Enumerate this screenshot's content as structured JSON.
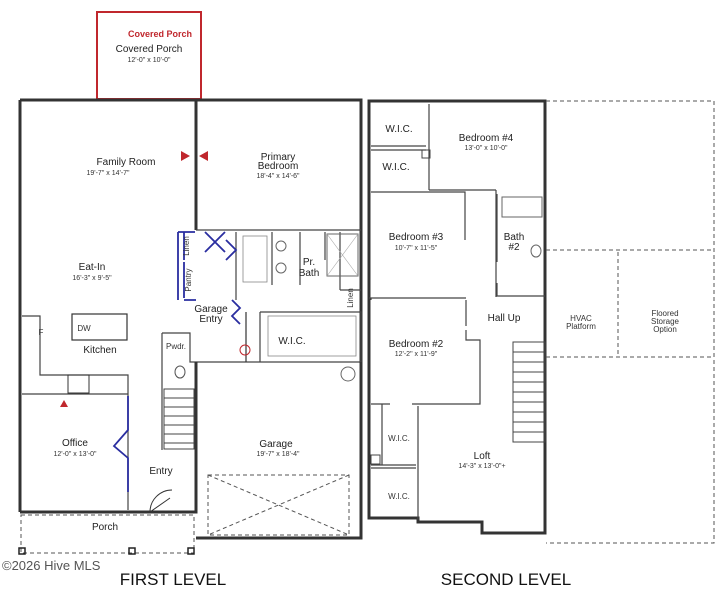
{
  "plan": {
    "accent_color": "#c0272d",
    "first_level": {
      "title": "FIRST LEVEL",
      "covered_porch_tag": "Covered Porch",
      "rooms": {
        "covered_porch": {
          "name": "Covered Porch",
          "dims": "12'-0\" x 10'-0\""
        },
        "family_room": {
          "name": "Family Room",
          "dims": "19'-7\" x 14'-7\""
        },
        "primary_bedroom": {
          "name1": "Primary",
          "name2": "Bedroom",
          "dims": "18'-4\" x 14'-6\""
        },
        "eat_in": {
          "name": "Eat-In",
          "dims": "16'-3\" x 9'-5\""
        },
        "linen": "Linen",
        "pantry": "Pantry",
        "pr_bath": {
          "name1": "Pr.",
          "name2": "Bath"
        },
        "linen2": "Linen",
        "garage_entry": {
          "name1": "Garage",
          "name2": "Entry"
        },
        "kitchen": "Kitchen",
        "dw": "DW",
        "fridge": "F",
        "pwdr": "Pwdr.",
        "wic": "W.I.C.",
        "office": {
          "name": "Office",
          "dims": "12'-0\" x 13'-0\""
        },
        "entry": "Entry",
        "garage": {
          "name": "Garage",
          "dims": "19'-7\" x 18'-4\""
        },
        "porch": "Porch"
      }
    },
    "second_level": {
      "title": "SECOND LEVEL",
      "rooms": {
        "wic_1": "W.I.C.",
        "wic_2": "W.I.C.",
        "bedroom_4": {
          "name": "Bedroom #4",
          "dims": "13'-0\" x 10'-0\""
        },
        "bedroom_3": {
          "name": "Bedroom #3",
          "dims": "10'-7\" x 11'-5\""
        },
        "bath_2": {
          "name1": "Bath",
          "name2": "#2"
        },
        "hall_up": "Hall Up",
        "bedroom_2": {
          "name": "Bedroom #2",
          "dims": "12'-2\" x 11'-9\""
        },
        "wic_3": "W.I.C.",
        "wic_4": "W.I.C.",
        "loft": {
          "name": "Loft",
          "dims": "14'-3\" x 13'-0\"+"
        },
        "hvac": {
          "line1": "HVAC",
          "line2": "Platform"
        },
        "storage": {
          "line1": "Floored",
          "line2": "Storage",
          "line3": "Option"
        }
      }
    },
    "watermark": "©2026 Hive MLS"
  }
}
